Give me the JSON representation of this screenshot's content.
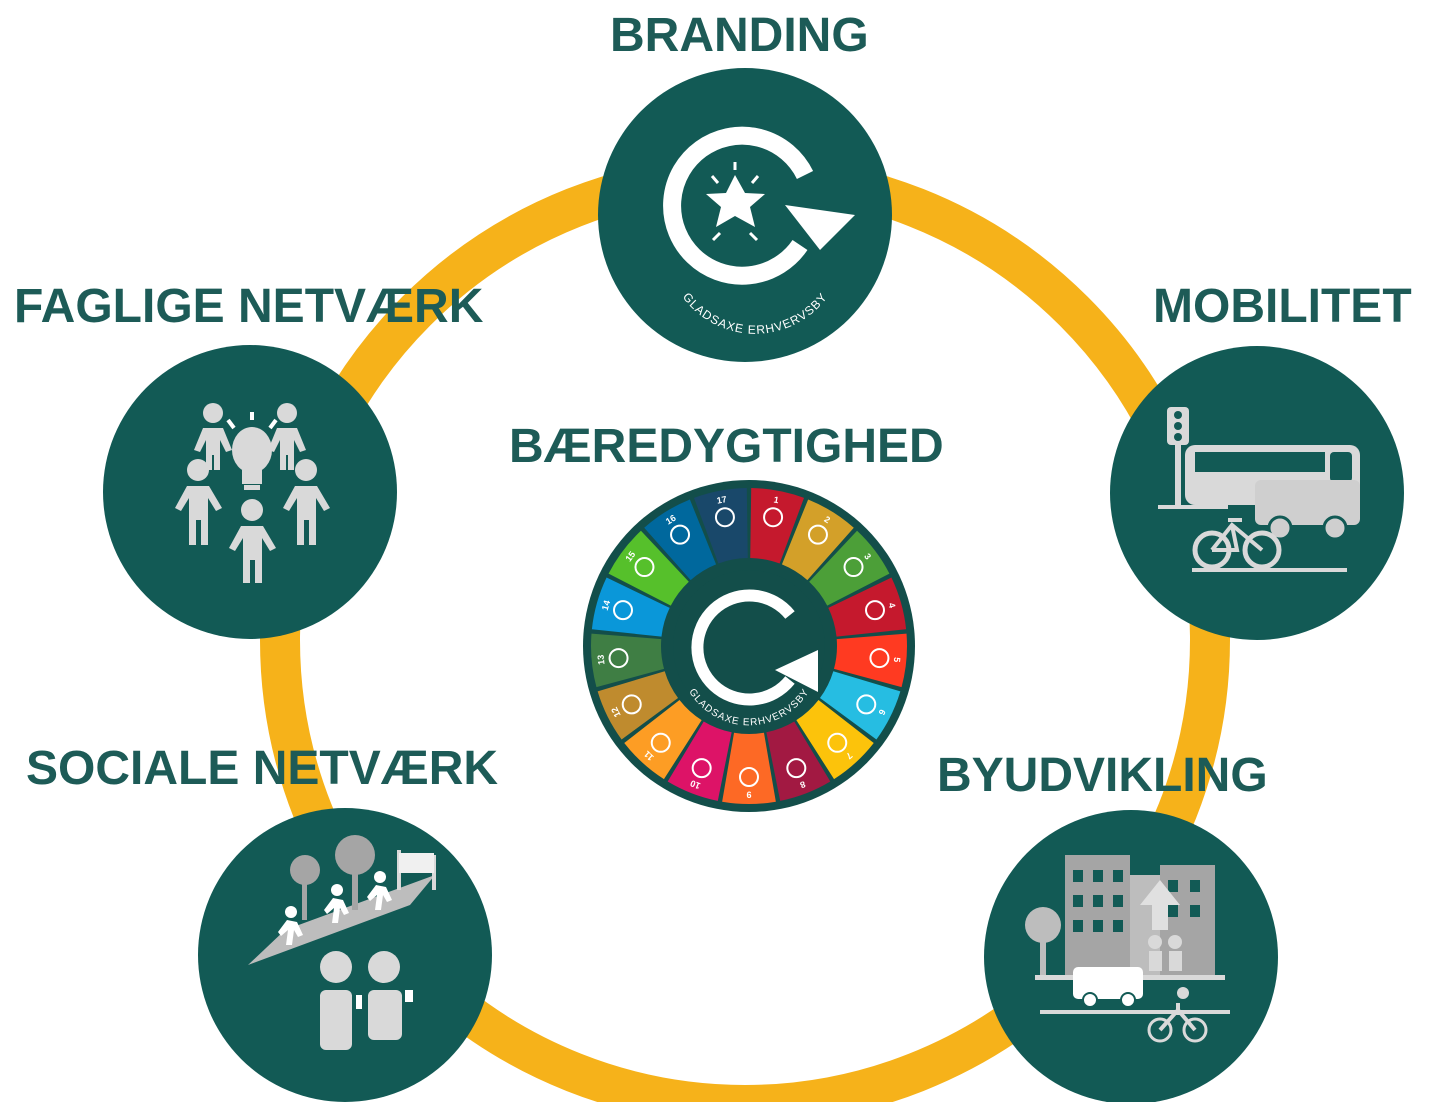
{
  "colors": {
    "ring": "#f6b21a",
    "node": "#125a55",
    "label": "#1d5b57",
    "icon": "#d9d9d9"
  },
  "center": {
    "title": "BÆREDYGTIGHED",
    "logo_text": "GLADSAXE ERHVERVSBY",
    "sdg_numbers": [
      "1",
      "2",
      "3",
      "4",
      "5",
      "6",
      "7",
      "8",
      "9",
      "10",
      "11",
      "12",
      "13",
      "14",
      "15",
      "16",
      "17"
    ],
    "sdg_colors": [
      "#c5192d",
      "#d3a029",
      "#4c9f38",
      "#c5192d",
      "#ff3a21",
      "#26bde2",
      "#fcc30b",
      "#a21942",
      "#fd6925",
      "#dd1367",
      "#fd9d24",
      "#bf8b2e",
      "#3f7e44",
      "#0a97d9",
      "#56c02b",
      "#00689d",
      "#19486a"
    ]
  },
  "nodes": {
    "branding": {
      "label": "BRANDING",
      "icon": "star-refresh-logo-icon",
      "logo_text": "GLADSAXE ERHVERVSBY"
    },
    "mobilitet": {
      "label": "MOBILITET",
      "icon": "bus-traffic-icon"
    },
    "byudvikling": {
      "label": "BYUDVIKLING",
      "icon": "city-buildings-icon"
    },
    "sociale": {
      "label": "SOCIALE NETVÆRK",
      "icon": "runners-people-icon"
    },
    "faglige": {
      "label": "FAGLIGE NETVÆRK",
      "icon": "people-lightbulb-icon"
    }
  }
}
